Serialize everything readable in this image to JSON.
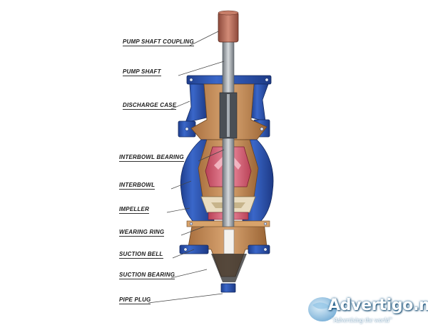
{
  "labels": {
    "coupling": "PUMP SHAFT COUPLING",
    "shaft": "PUMP SHAFT",
    "discharge": "DISCHARGE CASE",
    "interbowl_bearing": "INTERBOWL BEARING",
    "interbowl": "INTERBOWL",
    "impeller": "IMPELLER",
    "wearing_ring": "WEARING RING",
    "suction_bell": "SUCTION BELL",
    "suction_bearing": "SUCTION BEARING",
    "pipe_plug": "PIPE PLUG"
  },
  "watermark": {
    "brand": "Advertigo.net",
    "tagline": "\"Advertising the world\""
  },
  "colors": {
    "casing_blue": "#2f59b8",
    "bronze": "#c8915c",
    "impeller_pink": "#d9637a",
    "shaft_gray": "#9aa0a6",
    "coupling": "#b56d5a"
  }
}
